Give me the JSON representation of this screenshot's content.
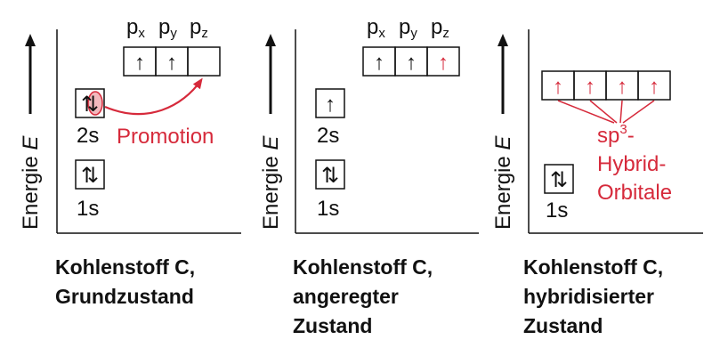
{
  "colors": {
    "black": "#111111",
    "red": "#d62a3b"
  },
  "axis_label": "Energie",
  "axis_var": "E",
  "orbitals": {
    "px": "x",
    "py": "y",
    "pz": "z",
    "p": "p"
  },
  "arrows": {
    "up": "↑",
    "pair": "⇅"
  },
  "labels": {
    "s2": "2s",
    "s1": "1s"
  },
  "panel1": {
    "promotion": "Promotion",
    "caption": [
      "Kohlenstoff C,",
      "Grundzustand"
    ]
  },
  "panel2": {
    "caption": [
      "Kohlenstoff C,",
      "angeregter",
      "Zustand"
    ]
  },
  "panel3": {
    "sp": "sp",
    "sup": "3",
    "dash": "-",
    "hybrid_line2": "Hybrid-",
    "hybrid_line3": "Orbitale",
    "caption": [
      "Kohlenstoff C,",
      "hybridisierter",
      "Zustand"
    ]
  }
}
